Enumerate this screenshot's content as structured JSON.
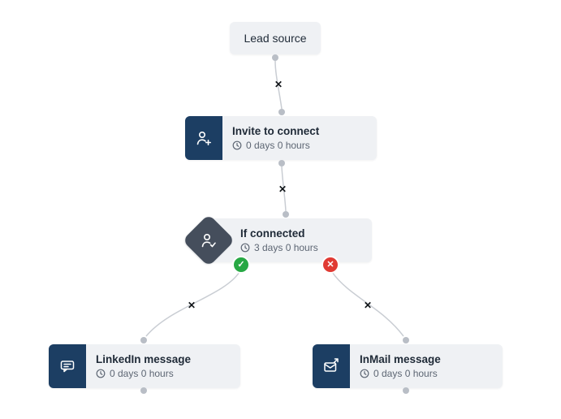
{
  "diagram": {
    "nodes": {
      "lead_source": {
        "label": "Lead source"
      },
      "invite_to_connect": {
        "title": "Invite to connect",
        "delay": "0 days 0 hours"
      },
      "if_connected": {
        "title": "If connected",
        "delay": "3 days 0 hours"
      },
      "linkedin_message": {
        "title": "LinkedIn message",
        "delay": "0 days 0 hours"
      },
      "inmail_message": {
        "title": "InMail message",
        "delay": "0 days 0 hours"
      }
    },
    "icons": {
      "edge_delete": "✕",
      "branch_yes": "✓",
      "branch_no": "✕"
    },
    "colors": {
      "node_body": "#eff1f4",
      "icon_navy": "#1c3e63",
      "condition_slate": "#454e5c",
      "branch_yes_green": "#27a844",
      "branch_no_red": "#e03a33",
      "edge_gray": "#c9cdd3",
      "port_gray": "#b9bec6"
    }
  }
}
